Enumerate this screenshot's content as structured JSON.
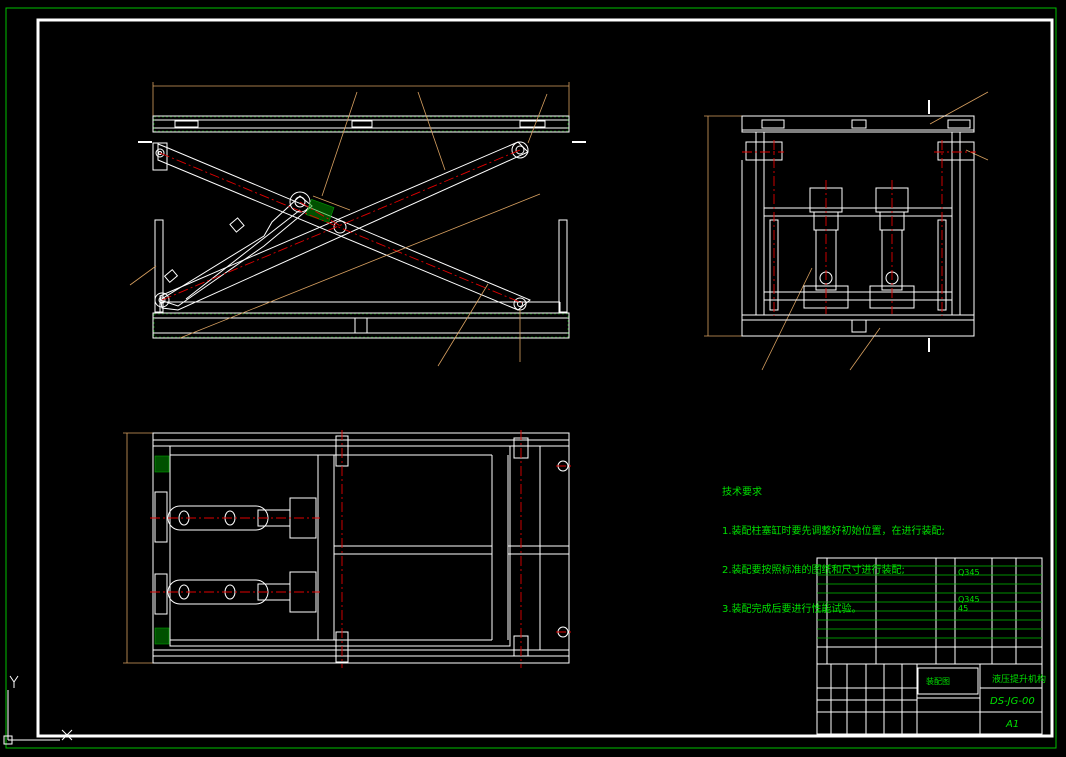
{
  "technical_requirements": {
    "title": "技术要求",
    "items": [
      "1.装配柱塞缸时要先调整好初始位置，在进行装配;",
      "2.装配要按照标准的图纸和尺寸进行装配;",
      "3.装配完成后要进行性能试验。"
    ]
  },
  "title_block": {
    "drawing_title": "液压提升机构",
    "drawing_number": "DS-JG-00",
    "sheet_size": "A1",
    "assembly_label": "装配图"
  },
  "bom_materials": [
    "Q345",
    "Q345",
    "45"
  ],
  "colors": {
    "frame_green": "#00c000",
    "drawing_white": "#ffffff",
    "centerline_red": "#e00000",
    "dimension_orange": "#d8a060",
    "hatch_green": "#00a000",
    "text_green": "#00e000"
  }
}
